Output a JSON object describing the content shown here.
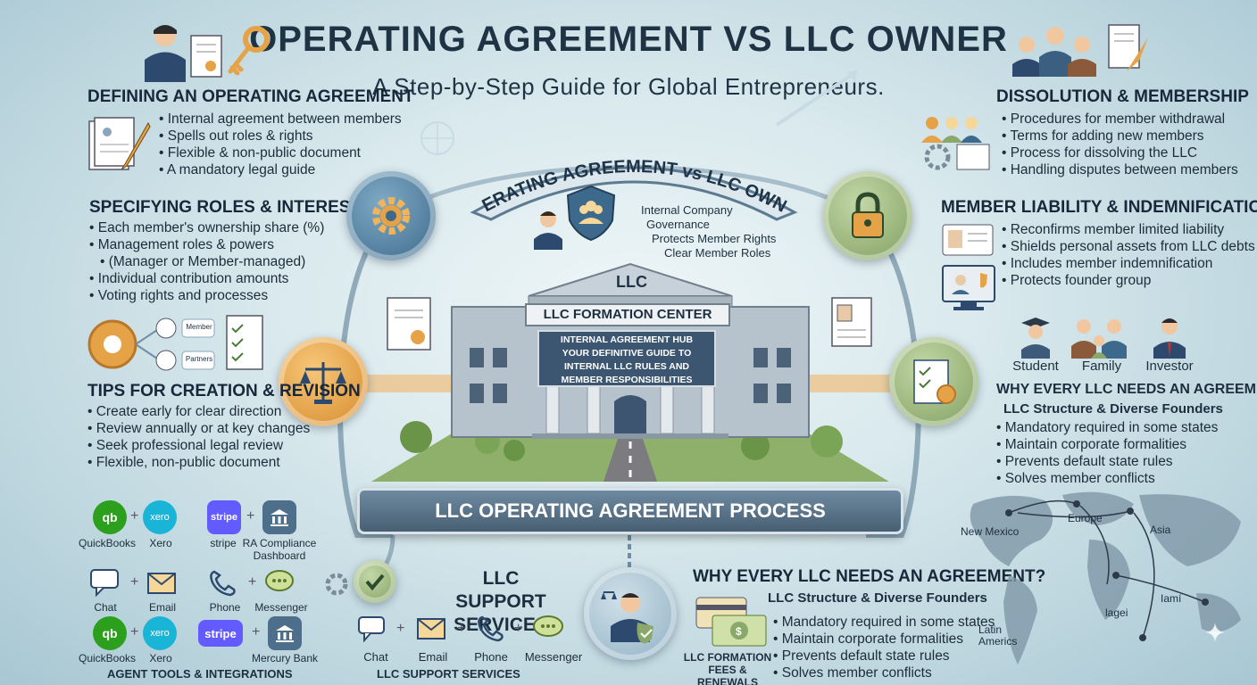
{
  "header": {
    "title": "Operating Agreement vs LLC Owner",
    "subtitle": "A Step-by-Step Guide for Global Entrepreneurs."
  },
  "sections": {
    "defining": {
      "title": "Defining an Operating Agreement",
      "items": [
        "Internal agreement between members",
        "Spells out roles & rights",
        "Flexible & non-public document",
        "A mandatory legal guide"
      ]
    },
    "roles": {
      "title": "Specifying Roles & Interests",
      "items": [
        "Each member's ownership share (%)",
        "Management roles & powers",
        "(Manager or Member-managed)",
        "Individual contribution amounts",
        "Voting rights and processes"
      ]
    },
    "tips": {
      "title": "Tips for Creation & Revision",
      "items": [
        "Create early for clear direction",
        "Review annually or at key changes",
        "Seek professional legal review",
        "Flexible, non-public document"
      ]
    },
    "dissolution": {
      "title": "Dissolution & Membership",
      "items": [
        "Procedures for member withdrawal",
        "Terms for adding new members",
        "Process for dissolving the LLC",
        "Handling disputes between members"
      ]
    },
    "liability": {
      "title": "Member Liability & Indemnification",
      "items": [
        "Reconfirms member limited liability",
        "Shields personal assets from LLC debts",
        "Includes member indemnification",
        "Protects founder group"
      ]
    },
    "why_right": {
      "title": "Why Every LLC Needs an Agreement?",
      "subtitle": "LLC Structure & Diverse Founders",
      "items": [
        "Mandatory required in some states",
        "Maintain corporate formalities",
        "Prevents default state rules",
        "Solves member conflicts"
      ]
    },
    "why_bottom": {
      "title": "Why Every LLC Needs an Agreement?",
      "subtitle": "LLC Structure & Diverse Founders",
      "items": [
        "Mandatory required in some states",
        "Maintain corporate formalities",
        "Prevents default state rules",
        "Solves member conflicts"
      ]
    }
  },
  "center": {
    "arch_text": "Operating Agreement vs LLC Owner",
    "governance_items": [
      "Internal Company",
      "Governance",
      "Protects Member Rights",
      "Clear Member Roles"
    ],
    "building_top": "LLC",
    "building_sign": "LLC Formation Center",
    "building_plaque": [
      "Internal Agreement Hub",
      "Your definitive guide to",
      "internal LLC rules and",
      "member responsibilities"
    ],
    "process_banner": "LLC Operating Agreement Process",
    "member_labels": [
      "Member",
      "Partners"
    ]
  },
  "founders": [
    "Student",
    "Family",
    "Investor"
  ],
  "tools": {
    "row1": [
      "QuickBooks",
      "Xero",
      "stripe",
      "RA Compliance Dashboard"
    ],
    "row2": [
      "Chat",
      "Email",
      "Phone",
      "Messenger"
    ],
    "row3": [
      "QuickBooks",
      "Xero",
      "Mercury Bank"
    ],
    "footer": "Agent Tools & Integrations",
    "icon_text": {
      "qb": "qb",
      "xero": "xero",
      "stripe": "stripe"
    }
  },
  "support": {
    "title_line1": "LLC Support",
    "title_line2": "Services",
    "channels": [
      "Chat",
      "Email",
      "Phone",
      "Messenger"
    ],
    "footer": "LLC Support Services"
  },
  "fees": {
    "line1": "LLC Formation",
    "line2": "Fees & Renewals"
  },
  "map": {
    "labels": [
      "New Mexico",
      "Europe",
      "Asia",
      "Latin Americs",
      "lagei",
      "Iamí"
    ]
  },
  "colors": {
    "navy": "#1e3344",
    "orange": "#e5a246",
    "blue_circle": "#4f7c9c",
    "green_circle": "#8aa86b"
  }
}
